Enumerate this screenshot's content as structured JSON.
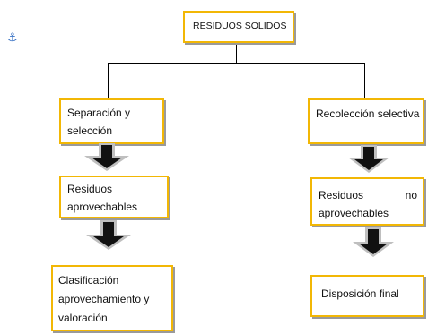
{
  "diagram": {
    "root": "RESIDUOS SOLIDOS",
    "left_branch": {
      "step1": [
        "Separación y",
        "selección"
      ],
      "step2": [
        "Residuos",
        "aprovechables"
      ],
      "step3": [
        "Clasificación",
        "aprovechamiento y",
        "valoración"
      ]
    },
    "right_branch": {
      "step1": "Recolección selectiva",
      "step2": {
        "word1": "Residuos",
        "word2": "no",
        "line2": "aprovechables"
      },
      "step3": "Disposición final"
    }
  },
  "icons": {
    "anchor": "anchor-icon",
    "arrow": "down-arrow-icon"
  },
  "colors": {
    "box_border": "#f2b705",
    "arrow_fill": "#111111",
    "arrow_outline": "#bfbfbf"
  }
}
